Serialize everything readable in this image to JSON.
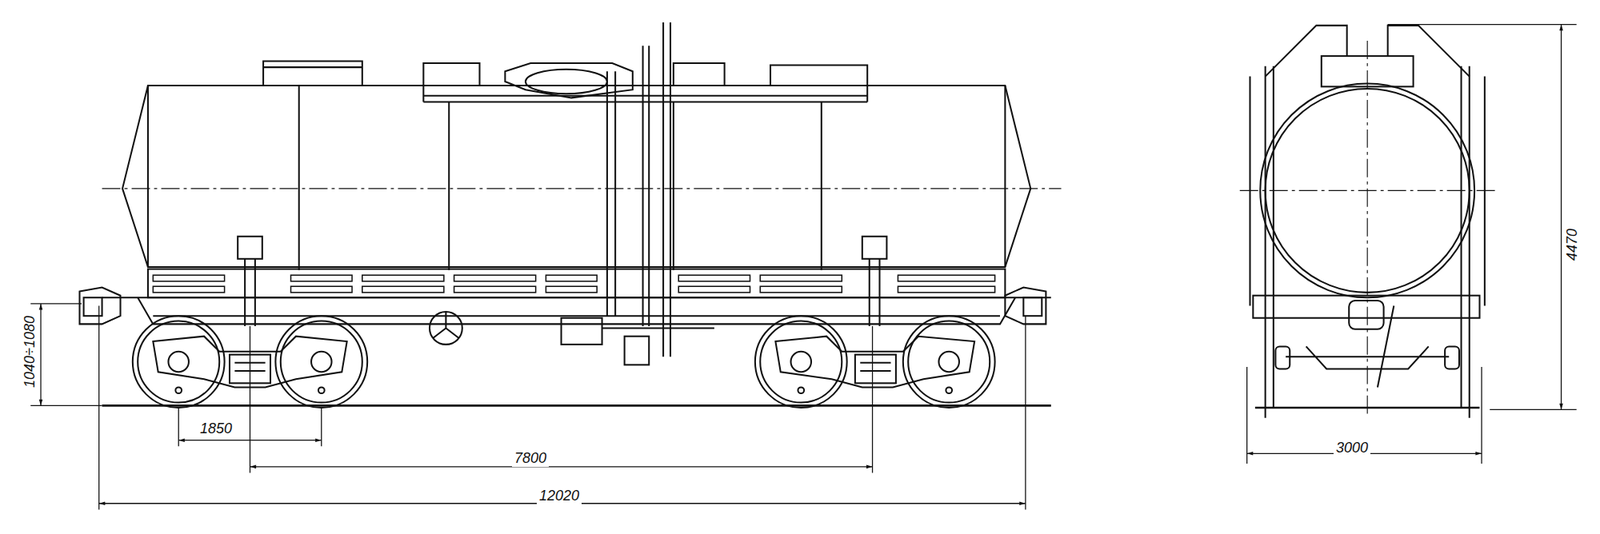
{
  "diagram": {
    "labels": [
      "1040÷1080",
      "1850",
      "7800",
      "12020",
      "3000",
      "4470"
    ]
  }
}
